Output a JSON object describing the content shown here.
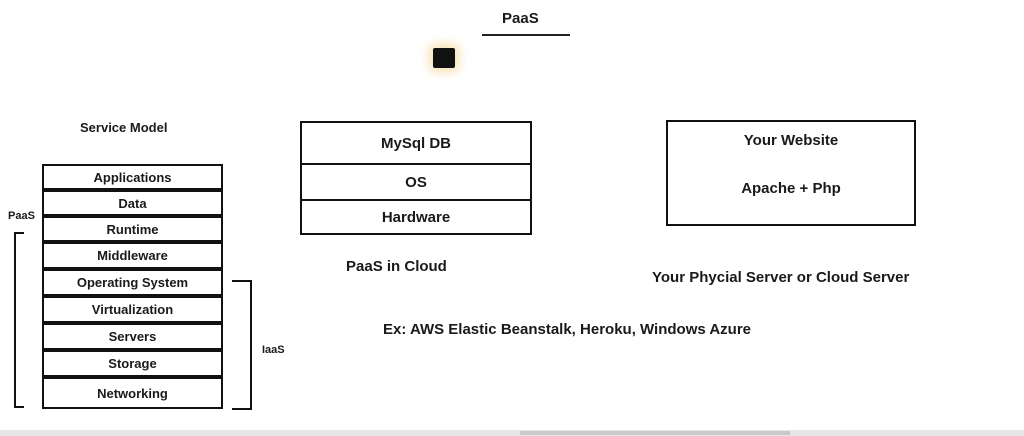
{
  "title": "PaaS",
  "service_model": {
    "heading": "Service Model",
    "layers": [
      "Applications",
      "Data",
      "Runtime",
      "Middleware",
      "Operating System",
      "Virtualization",
      "Servers",
      "Storage",
      "Networking"
    ],
    "paas_label": "PaaS",
    "iaas_label": "IaaS"
  },
  "cloud_stack": {
    "layers": [
      "MySql DB",
      "OS",
      "Hardware"
    ],
    "caption": "PaaS in Cloud"
  },
  "server_box": {
    "line1": "Your Website",
    "line2": "Apache + Php",
    "caption": "Your Phycial Server or Cloud Server"
  },
  "examples": "Ex: AWS Elastic Beanstalk, Heroku, Windows Azure"
}
